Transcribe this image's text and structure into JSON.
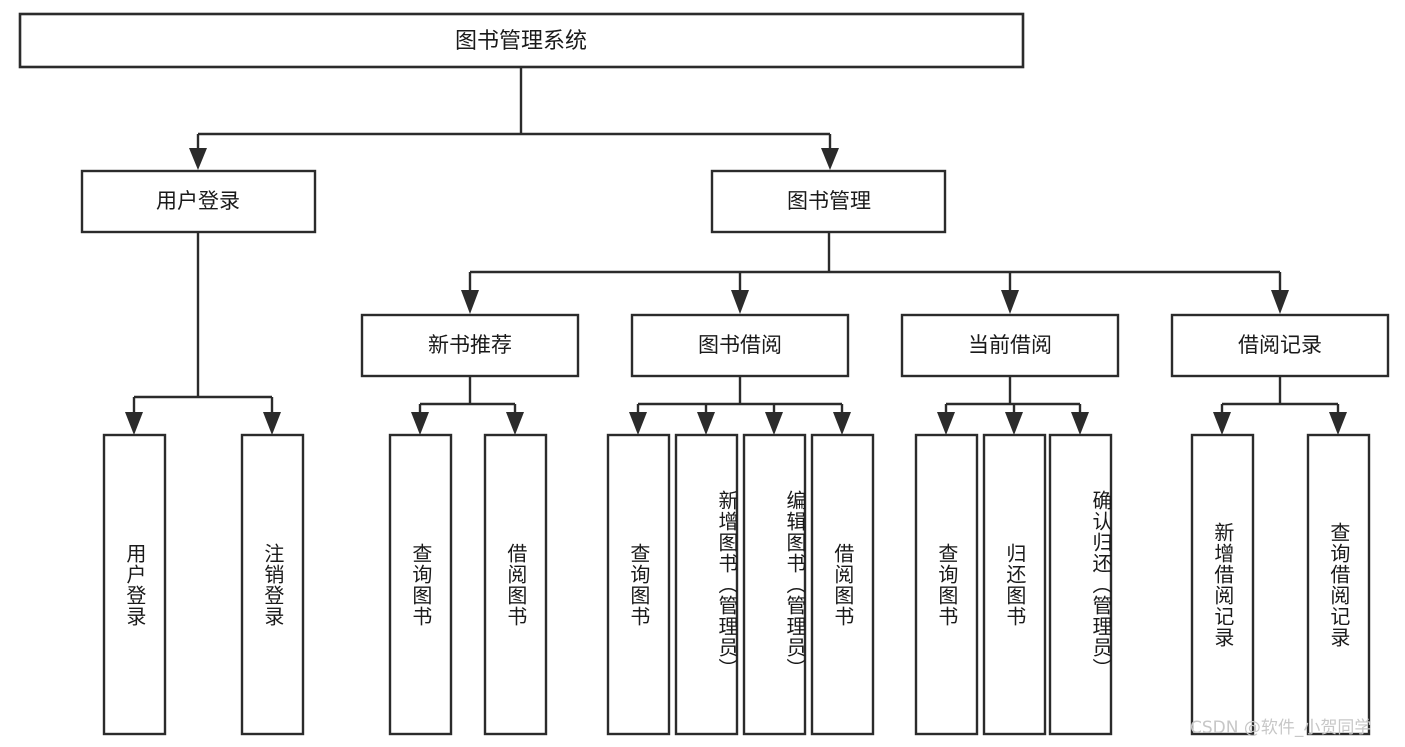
{
  "diagram": {
    "title": "图书管理系统",
    "type": "tree",
    "orientation": "top-down",
    "colors": {
      "stroke": "#2b2b2b",
      "box_fill": "#ffffff",
      "background": "#ffffff",
      "text": "#1a1a1a",
      "watermark": "#c7c7c7"
    },
    "root": {
      "label": "图书管理系统"
    },
    "level2": [
      {
        "label": "用户登录"
      },
      {
        "label": "图书管理"
      }
    ],
    "level3": [
      {
        "label": "新书推荐"
      },
      {
        "label": "图书借阅"
      },
      {
        "label": "当前借阅"
      },
      {
        "label": "借阅记录"
      }
    ],
    "leaves": {
      "user_login": [
        {
          "label": "用户登录"
        },
        {
          "label": "注销登录"
        }
      ],
      "new_book_recommend": [
        {
          "label": "查询图书"
        },
        {
          "label": "借阅图书"
        }
      ],
      "book_borrow": [
        {
          "label": "查询图书"
        },
        {
          "label": "新增图书（管理员）"
        },
        {
          "label": "编辑图书（管理员）"
        },
        {
          "label": "借阅图书"
        }
      ],
      "current_borrow": [
        {
          "label": "查询图书"
        },
        {
          "label": "归还图书"
        },
        {
          "label": "确认归还（管理员）"
        }
      ],
      "borrow_record": [
        {
          "label": "新增借阅记录"
        },
        {
          "label": "查询借阅记录"
        }
      ]
    }
  },
  "watermark": {
    "text": "CSDN @软件_小贺同学"
  }
}
